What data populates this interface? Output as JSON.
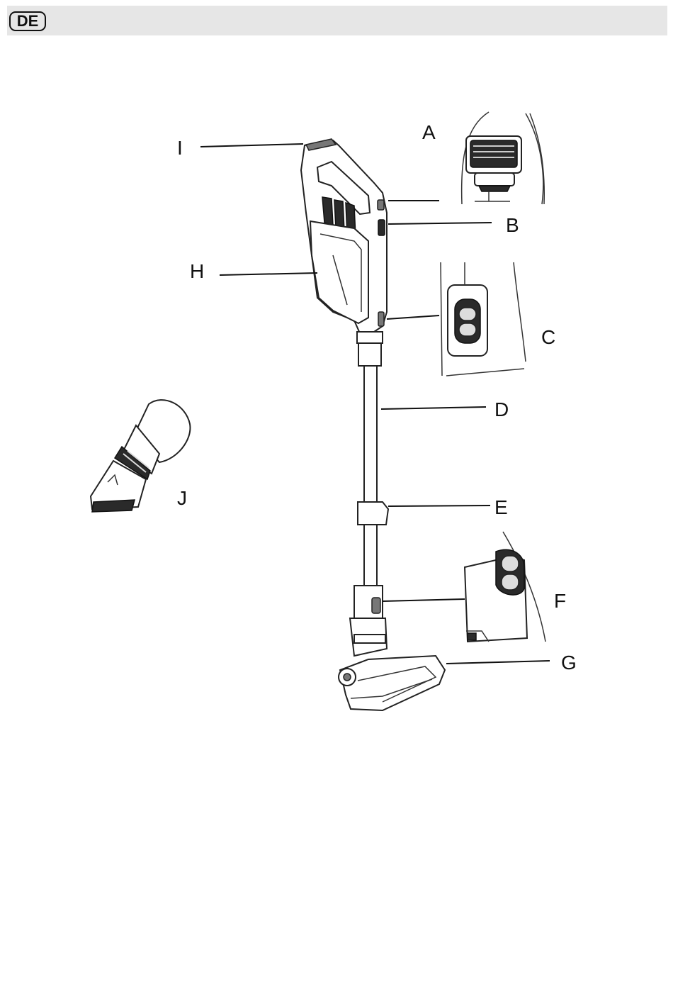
{
  "header": {
    "language_code": "DE"
  },
  "figure": {
    "labels": {
      "A": "A",
      "B": "B",
      "C": "C",
      "D": "D",
      "E": "E",
      "F": "F",
      "G": "G",
      "H": "H",
      "I": "I",
      "J": "J"
    }
  },
  "colors": {
    "header_bg": "#e6e6e6",
    "ink": "#111111"
  }
}
